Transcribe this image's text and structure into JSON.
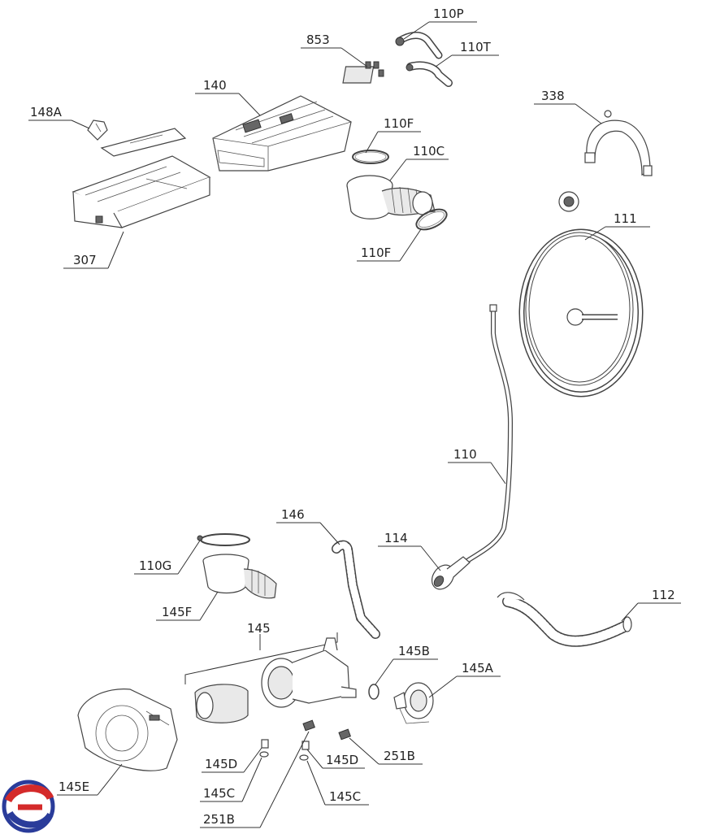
{
  "labels": {
    "p110P": "110P",
    "p853": "853",
    "p110T": "110T",
    "p140": "140",
    "p338": "338",
    "p148A": "148A",
    "p110F_top": "110F",
    "p110C": "110C",
    "p111": "111",
    "p307": "307",
    "p110F_bottom": "110F",
    "p110": "110",
    "p146": "146",
    "p114": "114",
    "p110G": "110G",
    "p112": "112",
    "p145F": "145F",
    "p145": "145",
    "p145B": "145B",
    "p145A": "145A",
    "p145D_left": "145D",
    "p145D_right": "145D",
    "p251B_right": "251B",
    "p145E": "145E",
    "p145C_left": "145C",
    "p145C_right": "145C",
    "p251B_bottom": "251B"
  },
  "logo": {
    "name": "brand-logo",
    "colors": [
      "#d42a2a",
      "#2a3c9a",
      "#ffffff"
    ]
  }
}
